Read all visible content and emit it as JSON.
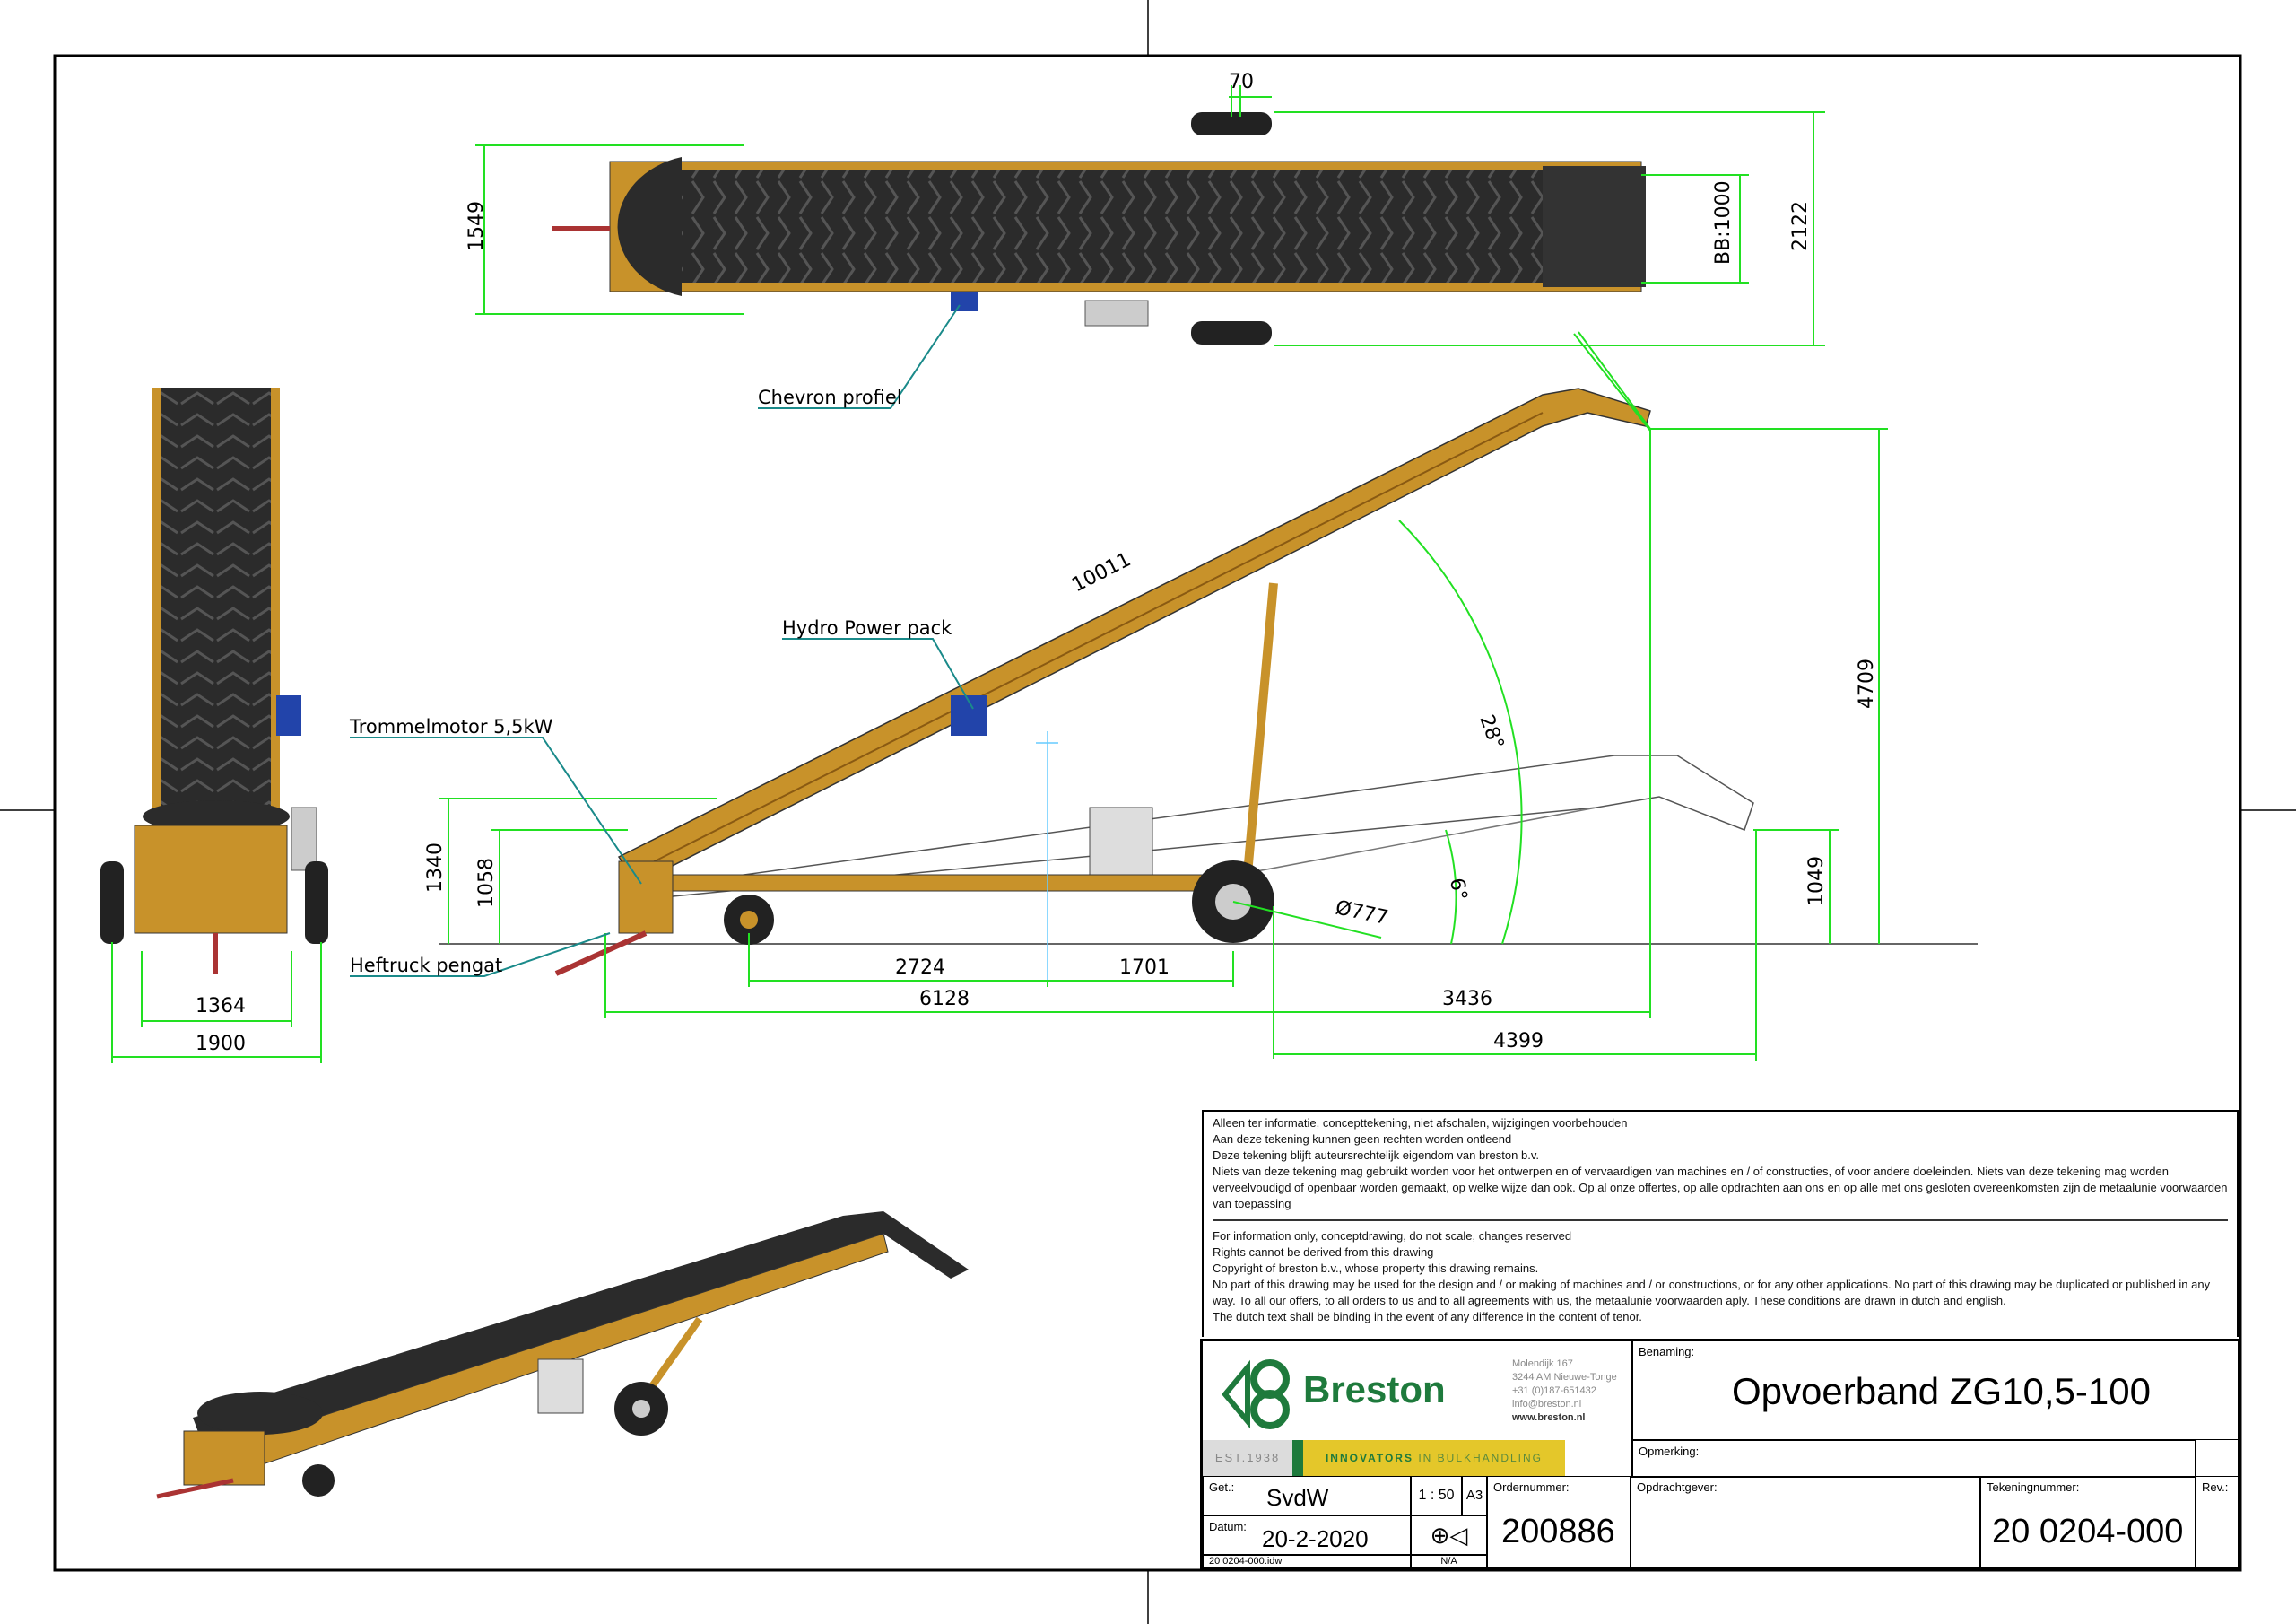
{
  "drawing": {
    "callouts": {
      "chevron": "Chevron profiel",
      "hydro": "Hydro Power pack",
      "motor": "Trommelmotor 5,5kW",
      "forklift": "Heftruck pengat"
    },
    "dimensions": {
      "top_70": "70",
      "top_1549": "1549",
      "top_bb": "BB:1000",
      "top_2122": "2122",
      "front_1364": "1364",
      "front_1900": "1900",
      "side_10011": "10011",
      "side_28deg": "28°",
      "side_6deg": "6°",
      "side_wheel": "Ø777",
      "side_4709": "4709",
      "side_1049": "1049",
      "side_1340": "1340",
      "side_1058": "1058",
      "side_2724": "2724",
      "side_1701": "1701",
      "side_6128": "6128",
      "side_3436": "3436",
      "side_4399": "4399"
    },
    "colors": {
      "dimension": "#22e022",
      "frame": "#c8922a",
      "belt": "#2b2b2b",
      "callout": "#1a8a8a"
    }
  },
  "notes": {
    "dutch": [
      "Alleen ter informatie, concepttekening, niet afschalen, wijzigingen voorbehouden",
      "Aan deze tekening kunnen geen rechten worden ontleend",
      "Deze tekening blijft auteursrechtelijk eigendom van breston b.v.",
      "Niets van deze tekening mag gebruikt worden voor het ontwerpen en of vervaardigen van machines en / of constructies, of voor andere doeleinden. Niets van deze tekening mag worden verveelvoudigd of openbaar worden gemaakt, op welke wijze dan ook. Op al onze offertes, op alle opdrachten aan ons en op alle met ons gesloten overeenkomsten zijn de metaalunie voorwaarden van toepassing"
    ],
    "english": [
      "For information only, conceptdrawing, do not scale, changes reserved",
      "Rights cannot be derived from this drawing",
      "Copyright of breston b.v., whose property this drawing remains.",
      "No part of this drawing may be used for the design and / or making of machines and / or constructions, or for any other applications. No part of this drawing may be duplicated or published in any way. To all our offers, to all orders to us and to all agreements with us, the metaalunie voorwaarden aply. These conditions are drawn in dutch and english.",
      "The dutch text shall be binding in the event of any difference in the content of tenor."
    ]
  },
  "title_block": {
    "company": "Breston",
    "address": [
      "Molendijk 167",
      "3244 AM Nieuwe-Tonge",
      "+31 (0)187-651432",
      "info@breston.nl"
    ],
    "website": "www.breston.nl",
    "est": "EST.1938",
    "tagline_bold": "INNOVATORS",
    "tagline_rest": " IN BULKHANDLING",
    "benaming_label": "Benaming:",
    "benaming": "Opvoerband ZG10,5-100",
    "opmerking_label": "Opmerking:",
    "get_label": "Get.:",
    "get": "SvdW",
    "scale": "1 : 50",
    "format": "A3",
    "datum_label": "Datum:",
    "datum": "20-2-2020",
    "file": "20 0204-000.idw",
    "na": "N/A",
    "ordernummer_label": "Ordernummer:",
    "ordernummer": "200886",
    "opdrachtgever_label": "Opdrachtgever:",
    "tekeningnummer_label": "Tekeningnummer:",
    "tekeningnummer": "20 0204-000",
    "rev_label": "Rev.:",
    "colors": {
      "green": "#1e7a3c",
      "yellow": "#e4c72a",
      "grey": "#dcdcdc"
    }
  }
}
